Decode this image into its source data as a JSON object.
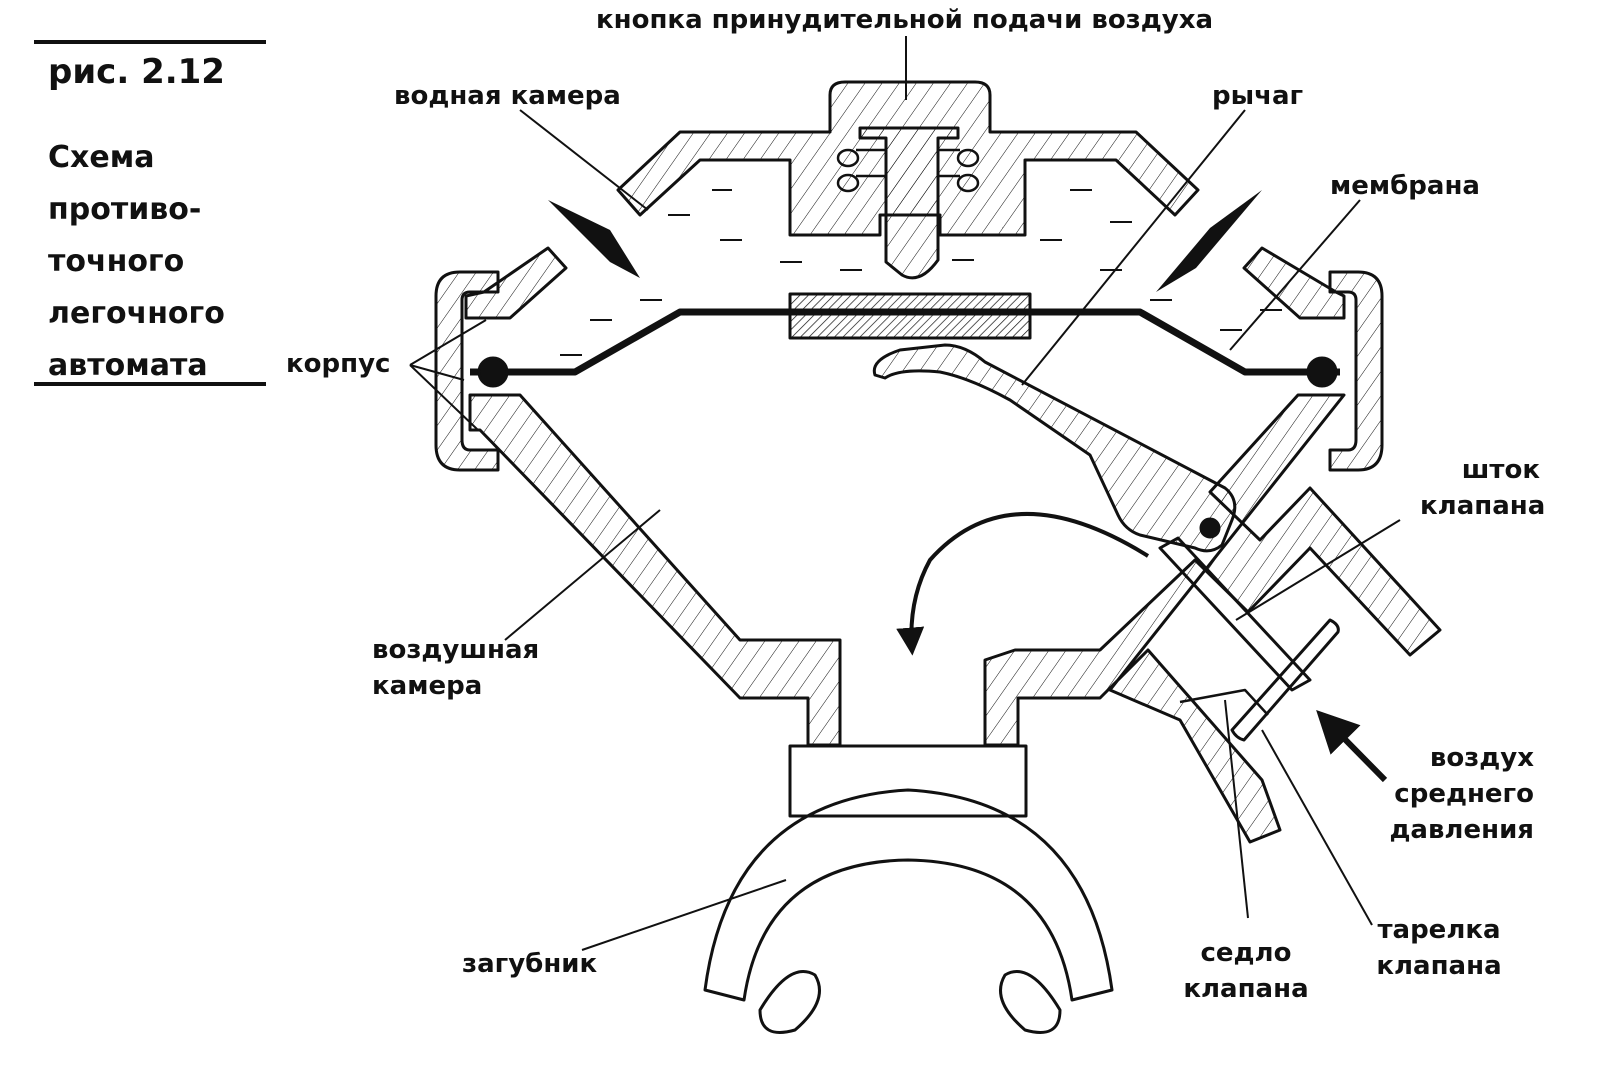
{
  "figure": {
    "number": "рис. 2.12",
    "title_lines": [
      "Схема",
      "противо-",
      "точного",
      "легочного",
      "автомата"
    ]
  },
  "labels": {
    "purge_button": "кнопка принудительной подачи воздуха",
    "water_chamber": "водная камера",
    "lever": "рычаг",
    "membrane": "мембрана",
    "housing": "корпус",
    "valve_stem": [
      "шток",
      "клапана"
    ],
    "air_chamber": [
      "воздушная",
      "камера"
    ],
    "medium_pressure_air": [
      "воздух",
      "среднего",
      "давления"
    ],
    "valve_seat": [
      "седло",
      "клапана"
    ],
    "valve_disc": [
      "тарелка",
      "клапана"
    ],
    "mouthpiece": "загубник"
  },
  "colors": {
    "ink": "#111111",
    "background": "#ffffff"
  }
}
